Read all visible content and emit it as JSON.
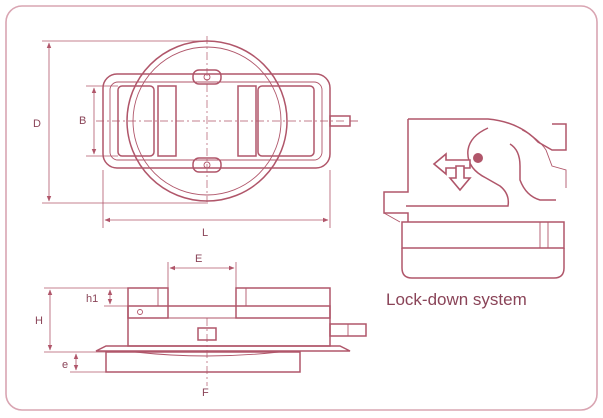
{
  "labels": {
    "D": "D",
    "B": "B",
    "L": "L",
    "E": "E",
    "h1": "h1",
    "H": "H",
    "e": "e",
    "F": "F"
  },
  "caption": "Lock-down system",
  "colors": {
    "line": "#b0566a",
    "text": "#8a4458",
    "frame": "#d9a5b2"
  }
}
